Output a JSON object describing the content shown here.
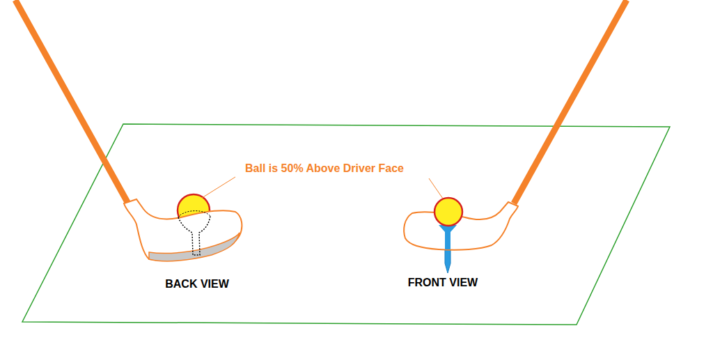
{
  "diagram": {
    "labels": [
      "Ball is 50% Above Driver Face",
      "BACK VIEW",
      "FRONT VIEW"
    ]
  }
}
